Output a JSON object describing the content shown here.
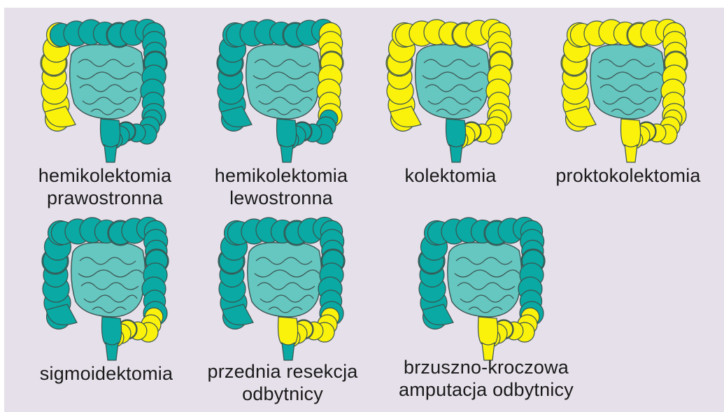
{
  "colors": {
    "background": "#e6e0ea",
    "teal": "#0aa9a3",
    "yellow": "#fbf20c",
    "small_intestine": "#66c6c0",
    "outline": "#3b5350"
  },
  "procedures": [
    {
      "line1": "hemikolektomia",
      "line2": "prawostronna",
      "removed": [
        "right"
      ]
    },
    {
      "line1": "hemikolektomia",
      "line2": "lewostronna",
      "removed": [
        "left"
      ]
    },
    {
      "line1": "kolektomia",
      "line2": "",
      "removed": [
        "right",
        "transverse",
        "left",
        "sigmoid"
      ]
    },
    {
      "line1": "proktokolektomia",
      "line2": "",
      "removed": [
        "right",
        "transverse",
        "left",
        "sigmoid",
        "upper_rectum",
        "lower_rectum"
      ]
    },
    {
      "line1": "sigmoidektomia",
      "line2": "",
      "removed": [
        "sigmoid"
      ]
    },
    {
      "line1": "przednia resekcja",
      "line2": "odbytnicy",
      "removed": [
        "sigmoid",
        "upper_rectum"
      ]
    },
    {
      "line1": "brzuszno-kroczowa",
      "line2": "amputacja odbytnicy",
      "removed": [
        "sigmoid",
        "upper_rectum",
        "lower_rectum"
      ]
    }
  ]
}
